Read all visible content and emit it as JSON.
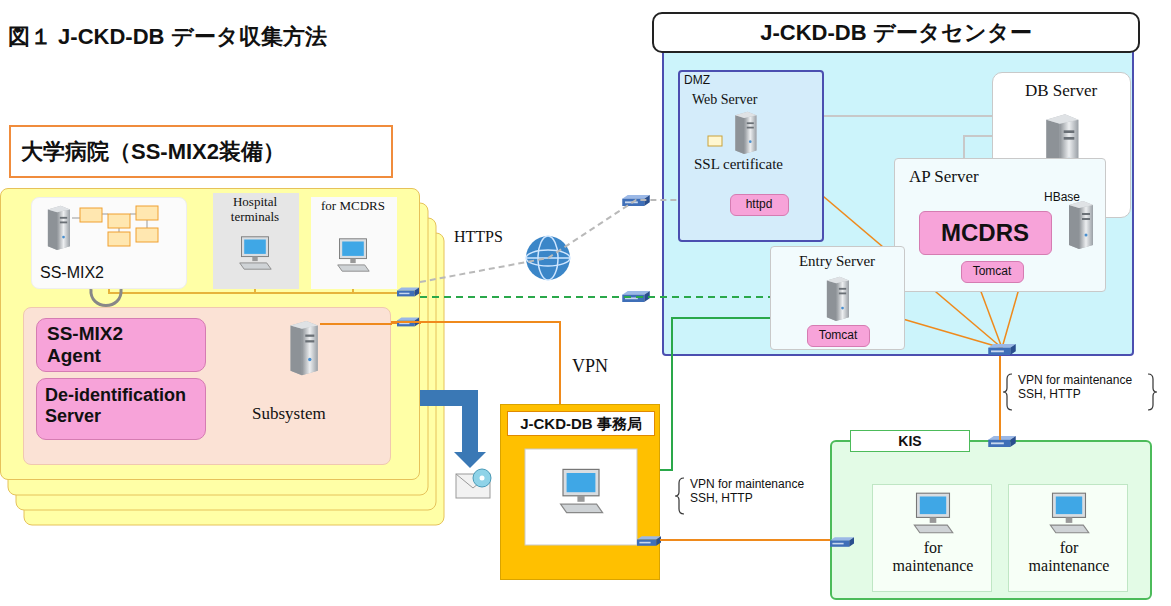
{
  "diagram": {
    "title": "図１ J-CKD-DB データ収集方法",
    "nodes": [
      {
        "text": [
          "J-CKD-DB データセンター"
        ]
      },
      {
        "text": [
          "DMZ",
          "Web Server",
          "SSL certificate"
        ],
        "in": 0
      },
      {
        "text": [
          "httpd"
        ],
        "in": 1
      },
      {
        "text": [
          "DB Server"
        ],
        "in": 0
      },
      {
        "text": [
          "HBase"
        ],
        "in": 3
      },
      {
        "text": [
          "AP Server"
        ],
        "in": 0
      },
      {
        "text": [
          "MCDRS"
        ],
        "in": 5
      },
      {
        "text": [
          "Tomcat"
        ],
        "in": 5
      },
      {
        "text": [
          "Entry Server"
        ],
        "in": 0
      },
      {
        "text": [
          "Tomcat"
        ],
        "in": 8
      },
      {
        "text": [
          "大学病院（SS-MIX2装備）"
        ]
      },
      {
        "text": [
          "SS-MIX2"
        ],
        "in": 10
      },
      {
        "text": [
          "Hospital terminals"
        ],
        "in": 10
      },
      {
        "text": [
          "for MCDRS"
        ],
        "in": 10
      },
      {
        "text": [
          "Subsystem"
        ],
        "in": 10
      },
      {
        "text": [
          "SS-MIX2 Agent"
        ],
        "in": 14
      },
      {
        "text": [
          "De-identification Server"
        ],
        "in": 14
      },
      {
        "text": [
          "J-CKD-DB 事務局"
        ]
      },
      {
        "text": [
          "KIS"
        ]
      },
      {
        "text": [
          "for maintenance"
        ],
        "in": 18
      },
      {
        "text": [
          "for maintenance"
        ],
        "in": 18
      }
    ],
    "edges": [
      {
        "from": 10,
        "to": 1,
        "label": "HTTPS",
        "arrow": "none"
      },
      {
        "from": 10,
        "to": 8,
        "arrow": "none"
      },
      {
        "from": 8,
        "to": 17,
        "arrow": "none"
      },
      {
        "from": 14,
        "to": 17,
        "label": "VPN",
        "arrow": "none"
      },
      {
        "from": 17,
        "to": 18,
        "label": "VPN for maintenance SSH, HTTP",
        "arrow": "none"
      },
      {
        "from": 18,
        "to": 0,
        "label": "VPN for maintenance SSH, HTTP",
        "arrow": "none"
      }
    ]
  }
}
